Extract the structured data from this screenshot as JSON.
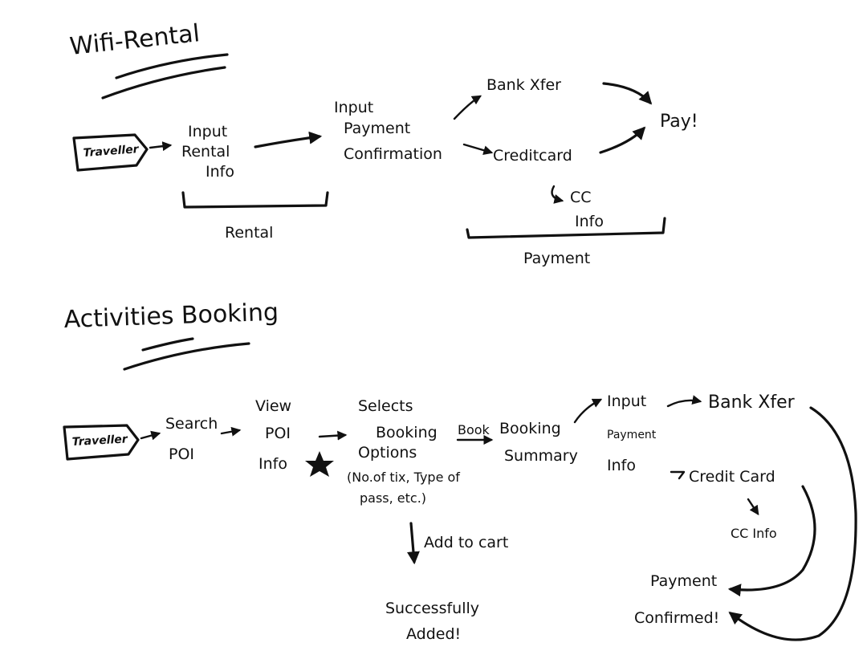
{
  "wifi": {
    "title": "Wifi-Rental",
    "traveller": "Traveller",
    "input_rental": [
      "Input",
      "Rental",
      "Info"
    ],
    "input_payment": [
      "Input",
      "Payment",
      "Confirmation"
    ],
    "bank": "Bank Xfer",
    "creditcard": "Creditcard",
    "pay": "Pay!",
    "cc_info": [
      "CC",
      "Info"
    ],
    "bracket_rental": "Rental",
    "bracket_payment": "Payment"
  },
  "activities": {
    "title": "Activities Booking",
    "traveller": "Traveller",
    "search_poi": [
      "Search",
      "POI"
    ],
    "view_poi": [
      "View",
      "POI",
      "Info"
    ],
    "selects": [
      "Selects",
      "Booking",
      "Options",
      "(No.of tix, Type of",
      "pass, etc.)"
    ],
    "book": "Book",
    "summary": [
      "Booking",
      "Summary"
    ],
    "input_payment": [
      "Input",
      "Payment",
      "Info"
    ],
    "bank": "Bank Xfer",
    "credit_card": "Credit Card",
    "cc_info": "CC Info",
    "add_to_cart": "Add to cart",
    "added": [
      "Successfully",
      "Added!"
    ],
    "confirmed": [
      "Payment",
      "Confirmed!"
    ]
  }
}
